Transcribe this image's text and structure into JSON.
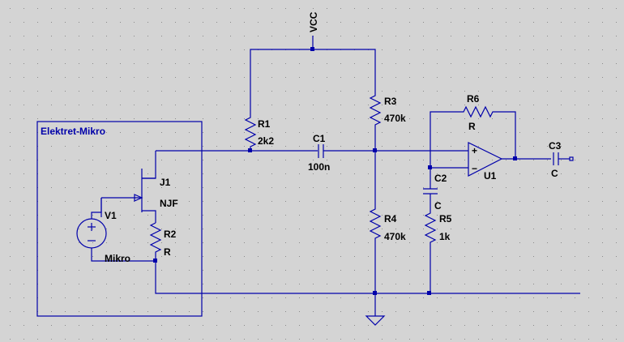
{
  "colors": {
    "background": "#d4d4d4",
    "wire": "#0000aa",
    "grid": "#8a8a8a",
    "label": "#000000"
  },
  "schematic": {
    "vcc_label": "VCC",
    "box_label": "Elektret-Mikro",
    "mikro_label": "Mikro",
    "components": {
      "r1": {
        "name": "R1",
        "value": "2k2"
      },
      "r2": {
        "name": "R2",
        "value": "R"
      },
      "r3": {
        "name": "R3",
        "value": "470k"
      },
      "r4": {
        "name": "R4",
        "value": "470k"
      },
      "r5": {
        "name": "R5",
        "value": "1k"
      },
      "r6": {
        "name": "R6",
        "value": "R"
      },
      "c1": {
        "name": "C1",
        "value": "100n"
      },
      "c2": {
        "name": "C2",
        "value": "C"
      },
      "c3": {
        "name": "C3",
        "value": "C"
      },
      "j1": {
        "name": "J1",
        "value": "NJF"
      },
      "v1": {
        "name": "V1"
      },
      "u1": {
        "name": "U1",
        "plus": "+",
        "minus": "−"
      }
    }
  }
}
